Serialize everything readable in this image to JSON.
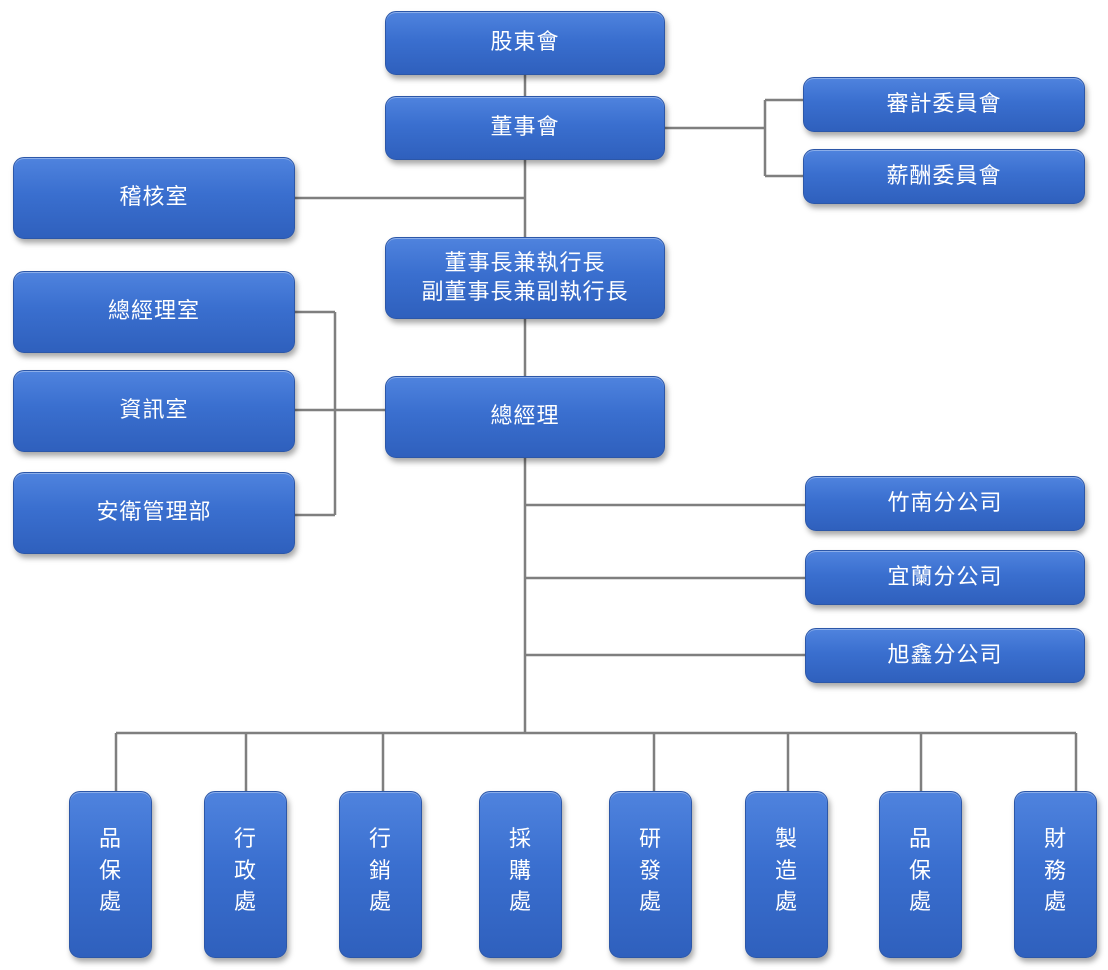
{
  "org": {
    "shareholders": "股東會",
    "board": "董事會",
    "audit_committee": "審計委員會",
    "compensation_committee": "薪酬委員會",
    "audit_office": "稽核室",
    "chairman": "董事長兼執行長\n副董事長兼副執行長",
    "gm_office": "總經理室",
    "it_office": "資訊室",
    "safety_dept": "安衛管理部",
    "general_manager": "總經理",
    "branches": {
      "zhunan": "竹南分公司",
      "yilan": "宜蘭分公司",
      "xuxin": "旭鑫分公司"
    },
    "divisions": [
      "品\n保\n處",
      "行\n政\n處",
      "行\n銷\n處",
      "採\n購\n處",
      "研\n發\n處",
      "製\n造\n處",
      "品\n保\n處",
      "財\n務\n處"
    ]
  },
  "colors": {
    "box_fill": "#3a6fcf",
    "box_border": "#2c57a8",
    "connector": "#7f7f7f",
    "text": "#ffffff"
  }
}
